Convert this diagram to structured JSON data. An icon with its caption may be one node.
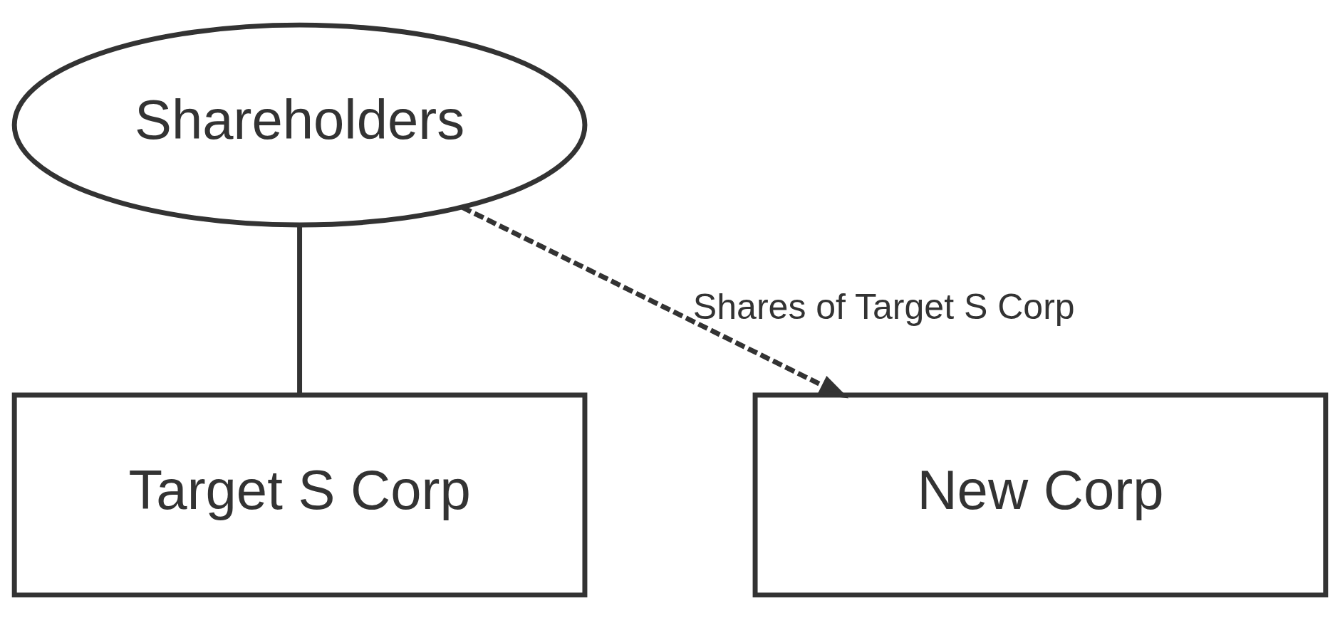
{
  "diagram": {
    "nodes": [
      {
        "text": [
          "Shareholders"
        ]
      },
      {
        "text": [
          "New Corp"
        ]
      },
      {
        "text": [
          "Target S Corp"
        ]
      }
    ],
    "edges": [
      {
        "from": 0,
        "to": 2,
        "arrow": "none"
      },
      {
        "from": 0,
        "to": 1,
        "arrow": "to",
        "style": "dashed",
        "label": "Shares of Target S Corp"
      }
    ]
  }
}
